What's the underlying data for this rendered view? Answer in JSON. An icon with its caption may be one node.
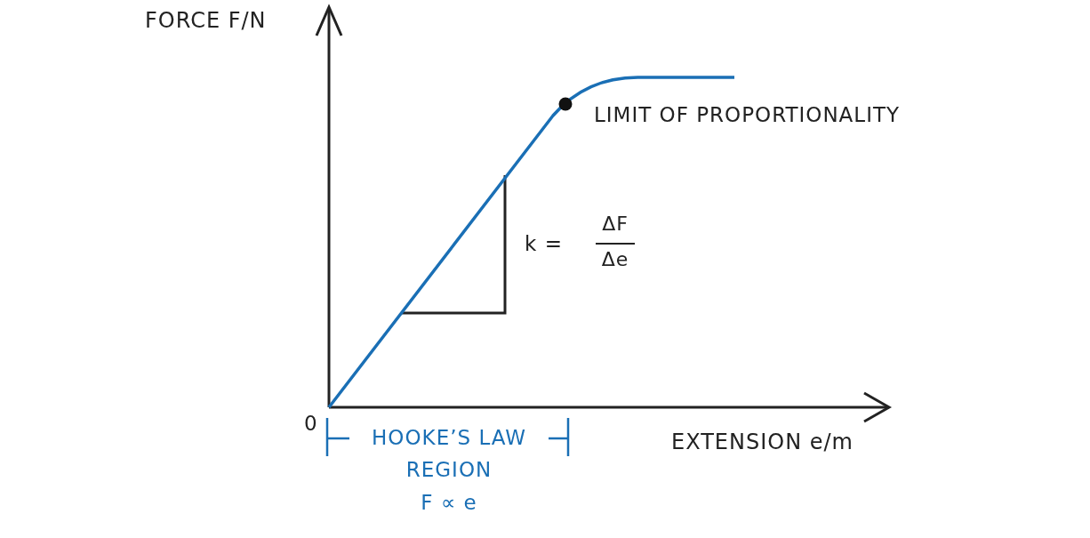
{
  "diagram": {
    "labels": [
      "FORCE F/N",
      "LIMIT OF PROPORTIONALITY",
      "k =",
      "ΔF",
      "Δe",
      "0",
      "HOOKE’S LAW",
      "REGION",
      "F ∝ e",
      "EXTENSION e/m"
    ]
  }
}
